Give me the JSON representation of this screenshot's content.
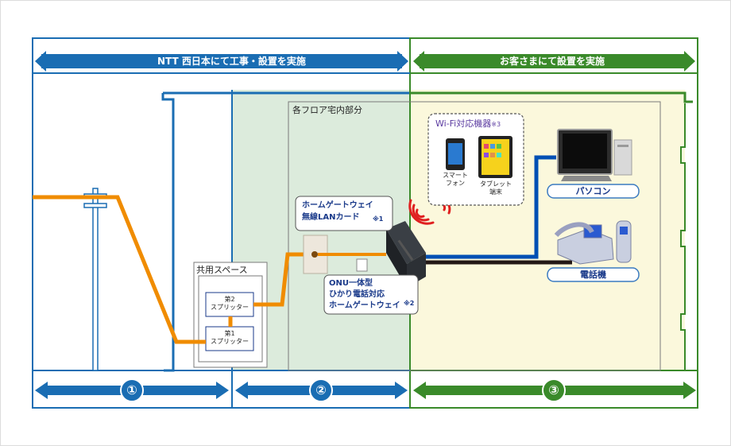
{
  "banners": {
    "ntt": "NTT 西日本にて工事・設置を実施",
    "customer": "お客さまにて設置を実施"
  },
  "areas": {
    "floor": "各フロア宅内部分",
    "shared_space": "共用スペース"
  },
  "splitters": {
    "second": "第2\nスプリッター",
    "first": "第1\nスプリッター"
  },
  "wifi_box": {
    "title": "Wi-Fi対応機器",
    "title_note": "※3",
    "smartphone": "スマート\nフォン",
    "tablet": "タブレット\n端末"
  },
  "gateway_lan_label": {
    "text": "ホームゲートウェイ\n無線LANカード",
    "note": "※1"
  },
  "onu_label": {
    "text": "ONU一体型\nひかり電話対応\nホームゲートウェイ",
    "note": "※2"
  },
  "devices": {
    "pc": "パソコン",
    "phone": "電話機"
  },
  "sections": [
    "①",
    "②",
    "③"
  ],
  "colors": {
    "ntt_blue": "#1a6db3",
    "customer_green": "#3a8a2a",
    "fiber_orange": "#f08c00",
    "cable_blue": "#0050b4",
    "section2_bg": "#dcebdc",
    "section3_bg": "#fbf8dc"
  },
  "icons": [
    "utility-pole-icon",
    "wall-outlet-icon",
    "router-icon",
    "wifi-waves-icon",
    "smartphone-icon",
    "tablet-icon",
    "computer-icon",
    "telephone-icon"
  ]
}
